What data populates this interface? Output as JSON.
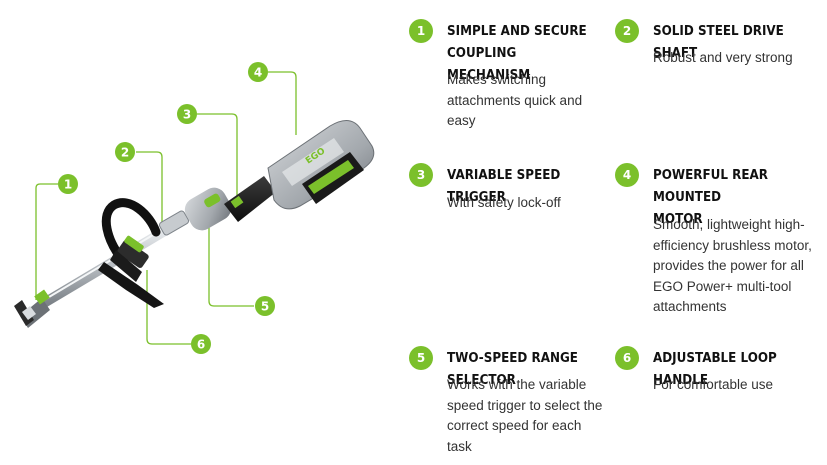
{
  "colors": {
    "accent": "#7bc02b",
    "title": "#111111",
    "text": "#333333"
  },
  "callouts": [
    "1",
    "2",
    "3",
    "4",
    "5",
    "6"
  ],
  "tool_logo": "EGO",
  "features": [
    {
      "number": "1",
      "title_line1": "SIMPLE AND SECURE COUPLING",
      "title_line2": "MECHANISM",
      "desc": [
        "Makes switching",
        "attachments quick and",
        "easy"
      ]
    },
    {
      "number": "2",
      "title_line1": "SOLID STEEL DRIVE SHAFT",
      "title_line2": "",
      "desc": [
        "Robust and very strong"
      ]
    },
    {
      "number": "3",
      "title_line1": "VARIABLE SPEED TRIGGER",
      "title_line2": "",
      "desc": [
        "With safety lock-off"
      ]
    },
    {
      "number": "4",
      "title_line1": "POWERFUL REAR MOUNTED",
      "title_line2": "MOTOR",
      "desc": [
        "Smooth, lightweight high-",
        "efficiency brushless motor,",
        "provides the power for all",
        "EGO Power+ multi-tool",
        "attachments"
      ]
    },
    {
      "number": "5",
      "title_line1": "TWO-SPEED RANGE SELECTOR",
      "title_line2": "",
      "desc": [
        "Works with the variable",
        "speed trigger to select the",
        "correct speed for each",
        "task"
      ]
    },
    {
      "number": "6",
      "title_line1": "ADJUSTABLE LOOP HANDLE",
      "title_line2": "",
      "desc": [
        "For comfortable use"
      ]
    }
  ]
}
